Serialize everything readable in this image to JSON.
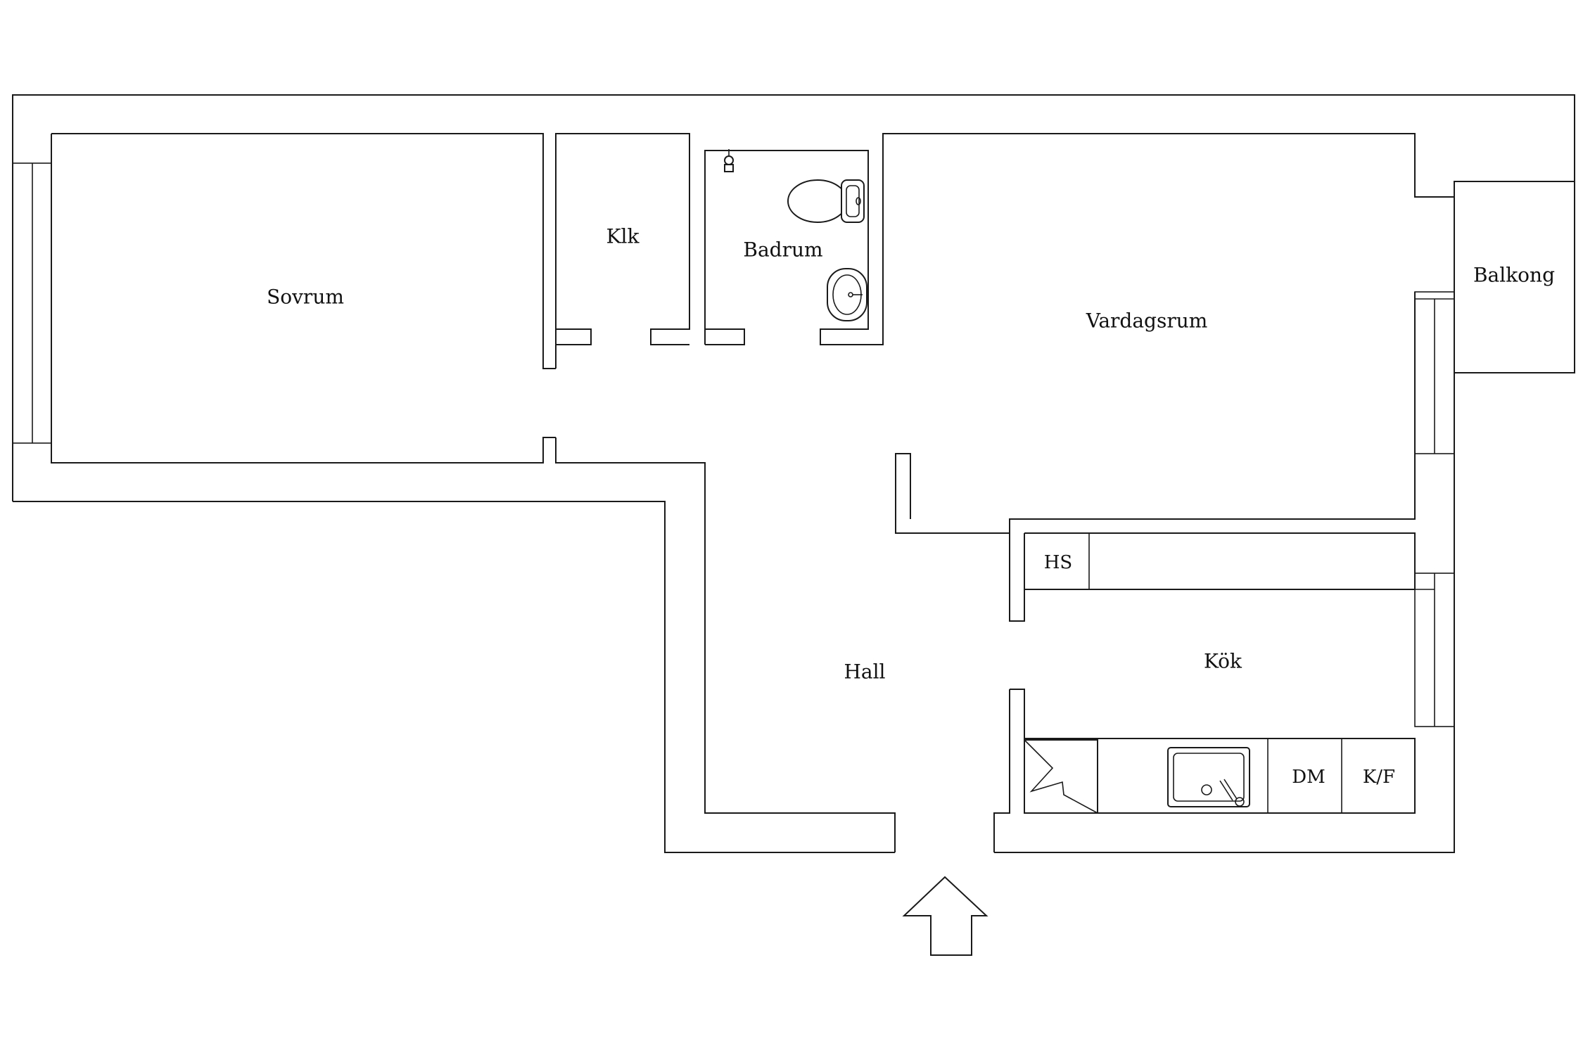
{
  "plan": {
    "rooms": {
      "sovrum": "Sovrum",
      "klk": "Klk",
      "badrum": "Badrum",
      "vardagsrum": "Vardagsrum",
      "balkong": "Balkong",
      "hall": "Hall",
      "kok": "Kök"
    },
    "fixtures": {
      "hs": "HS",
      "dm": "DM",
      "kf": "K/F"
    },
    "icons": [
      "toilet-icon",
      "washbasin-icon",
      "shower-head-icon",
      "stove-icon",
      "kitchen-sink-icon",
      "entrance-arrow-icon"
    ]
  }
}
